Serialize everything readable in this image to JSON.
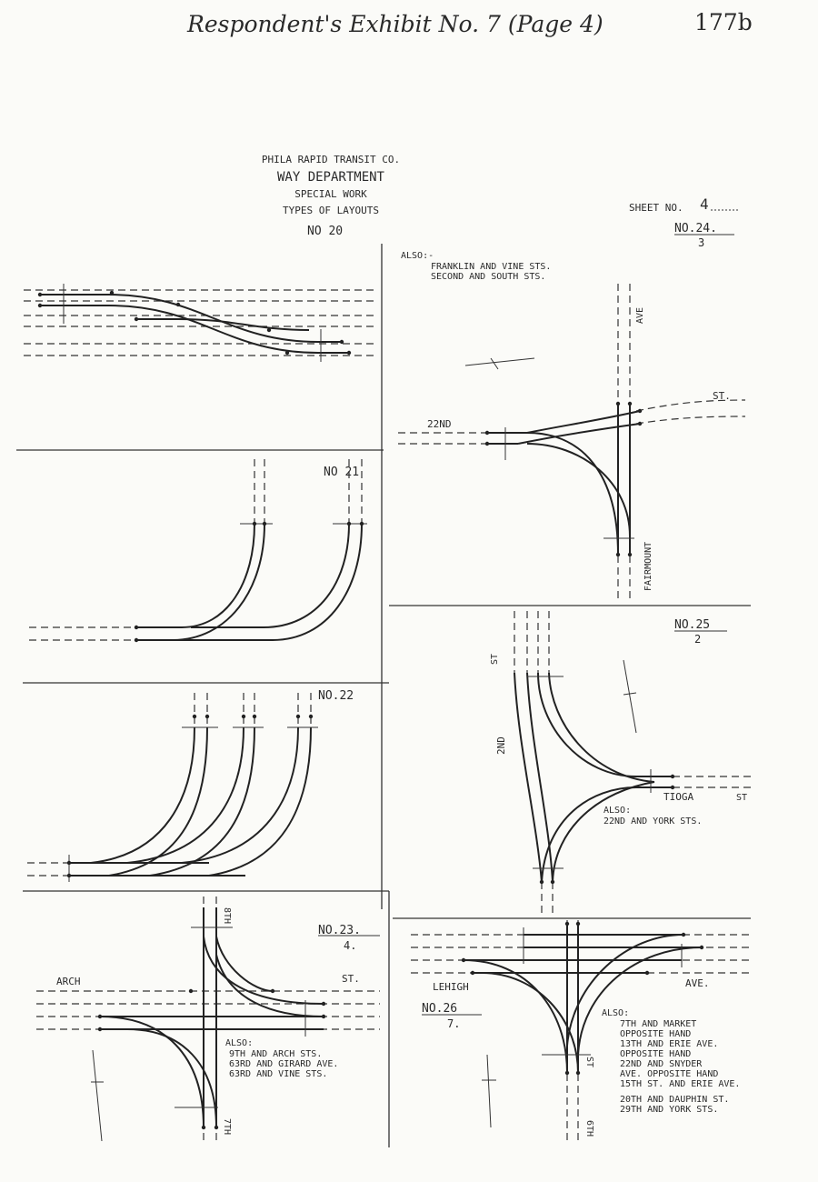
{
  "header": {
    "title": "Respondent's Exhibit No. 7 (Page 4)",
    "page_number": "177b"
  },
  "company_block": {
    "line1": "PHILA RAPID TRANSIT CO.",
    "line2": "WAY DEPARTMENT",
    "line3": "SPECIAL WORK",
    "line4": "TYPES OF LAYOUTS"
  },
  "sheet": {
    "label": "SHEET NO.",
    "number": "4"
  },
  "layout20": {
    "number": "NO 20"
  },
  "layout21": {
    "number": "NO 21"
  },
  "layout22": {
    "number": "NO.22"
  },
  "layout23": {
    "number": "NO.23.",
    "count": "4.",
    "street_arch": "ARCH",
    "street_st": "ST.",
    "street_8th": "8TH",
    "street_7th": "7TH",
    "also": [
      "ALSO:",
      "9TH AND ARCH STS.",
      "63RD AND GIRARD AVE.",
      "63RD AND VINE STS."
    ]
  },
  "layout24": {
    "number": "NO.24.",
    "count": "3",
    "also": [
      "ALSO:-",
      "FRANKLIN AND VINE STS.",
      "SECOND AND SOUTH STS."
    ],
    "street_22nd": "22ND",
    "street_st": "ST.",
    "street_ave": "AVE",
    "street_fairmount": "FAIRMOUNT"
  },
  "layout25": {
    "number": "NO.25",
    "count": "2",
    "street_st": "ST",
    "street_2nd": "2ND",
    "street_tioga": "TIOGA",
    "street_tioga_st": "ST",
    "also": [
      "ALSO:",
      "22ND AND YORK STS."
    ]
  },
  "layout26": {
    "number": "NO.26",
    "count": "7.",
    "street_lehigh": "LEHIGH",
    "street_ave": "AVE.",
    "street_st": "ST",
    "street_6th": "6TH",
    "also": [
      "ALSO:",
      "7TH AND MARKET",
      "OPPOSITE HAND",
      "13TH AND ERIE AVE.",
      "OPPOSITE HAND",
      "22ND AND SNYDER",
      "AVE. OPPOSITE HAND",
      "15TH ST. AND ERIE AVE.",
      "20TH AND DAUPHIN ST.",
      "29TH AND YORK STS."
    ]
  }
}
